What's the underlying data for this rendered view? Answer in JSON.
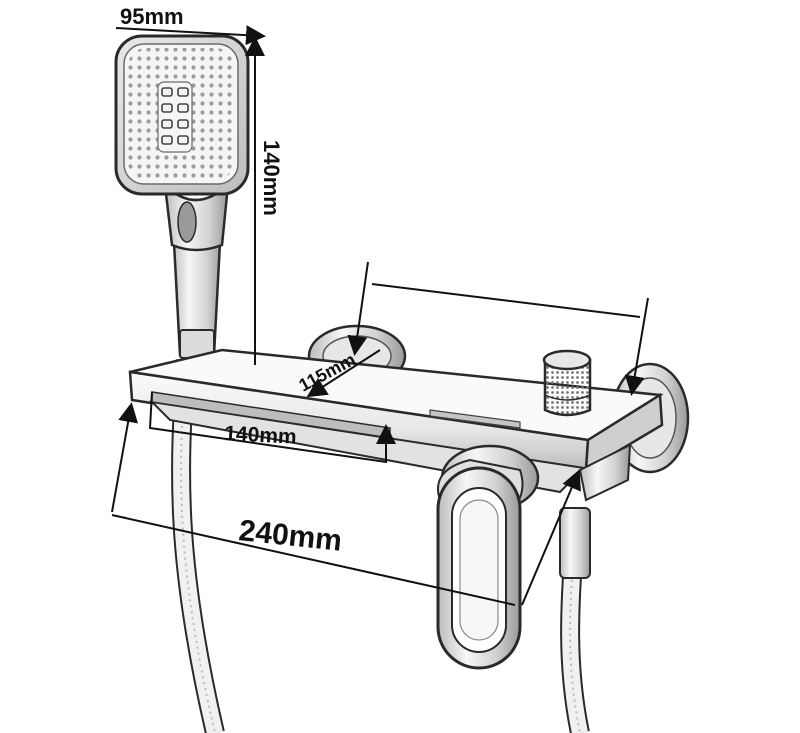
{
  "dimensions": {
    "head_width": "95mm",
    "head_height": "140mm",
    "shelf_depth": "115mm",
    "shelf_slot_length": "140mm",
    "overall_width": "240mm"
  },
  "colors": {
    "line": "#2a2a2a",
    "chrome_light": "#f4f4f4",
    "chrome_mid": "#c9c9c9",
    "chrome_dark": "#8a8a8a",
    "dimension": "#111111"
  },
  "icons": {
    "shower_head": "handheld-shower-head-icon",
    "diverter": "knurled-diverter-knob-icon",
    "lever": "mixer-lever-handle-icon"
  }
}
